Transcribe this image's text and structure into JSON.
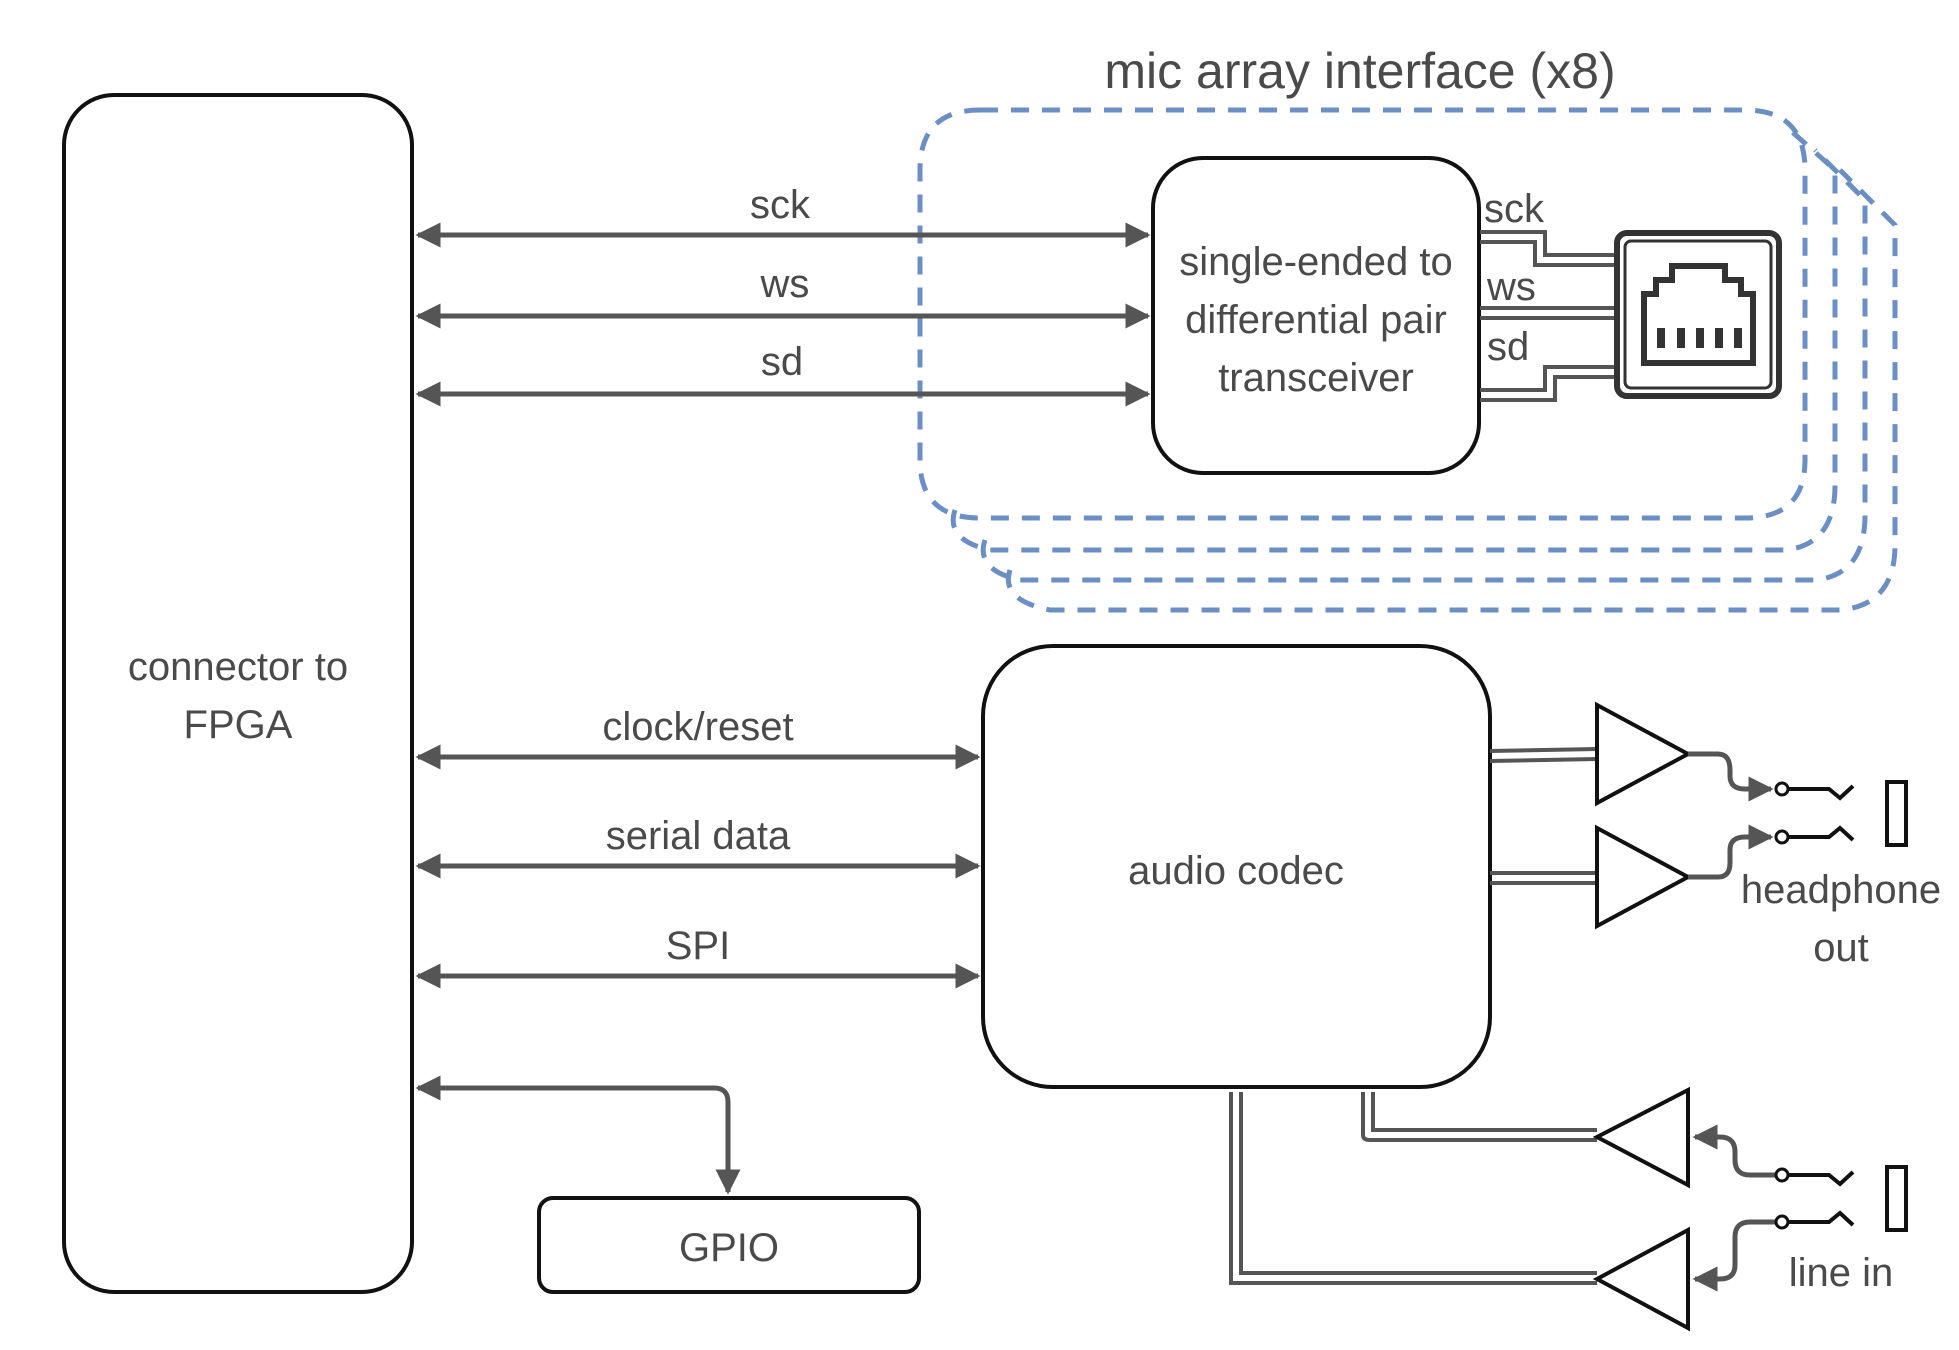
{
  "colors": {
    "box_stroke": "#111111",
    "line": "#555555",
    "dashed": "#6b8fc4",
    "text": "#4a4a4a"
  },
  "labels": {
    "mic_array_title": "mic array interface (x8)",
    "connector_line1": "connector to",
    "connector_line2": "FPGA",
    "transceiver_line1": "single-ended to",
    "transceiver_line2": "differential pair",
    "transceiver_line3": "transceiver",
    "sig_sck": "sck",
    "sig_ws": "ws",
    "sig_sd": "sd",
    "diff_sck": "sck",
    "diff_ws": "ws",
    "diff_sd": "sd",
    "clock_reset": "clock/reset",
    "serial_data": "serial data",
    "spi": "SPI",
    "audio_codec": "audio codec",
    "gpio": "GPIO",
    "headphone_line1": "headphone",
    "headphone_line2": "out",
    "line_in": "line in"
  },
  "icons": {
    "ethernet_port": "ethernet-port-icon",
    "amplifier": "amplifier-triangle-icon",
    "audio_jack": "audio-jack-icon"
  }
}
